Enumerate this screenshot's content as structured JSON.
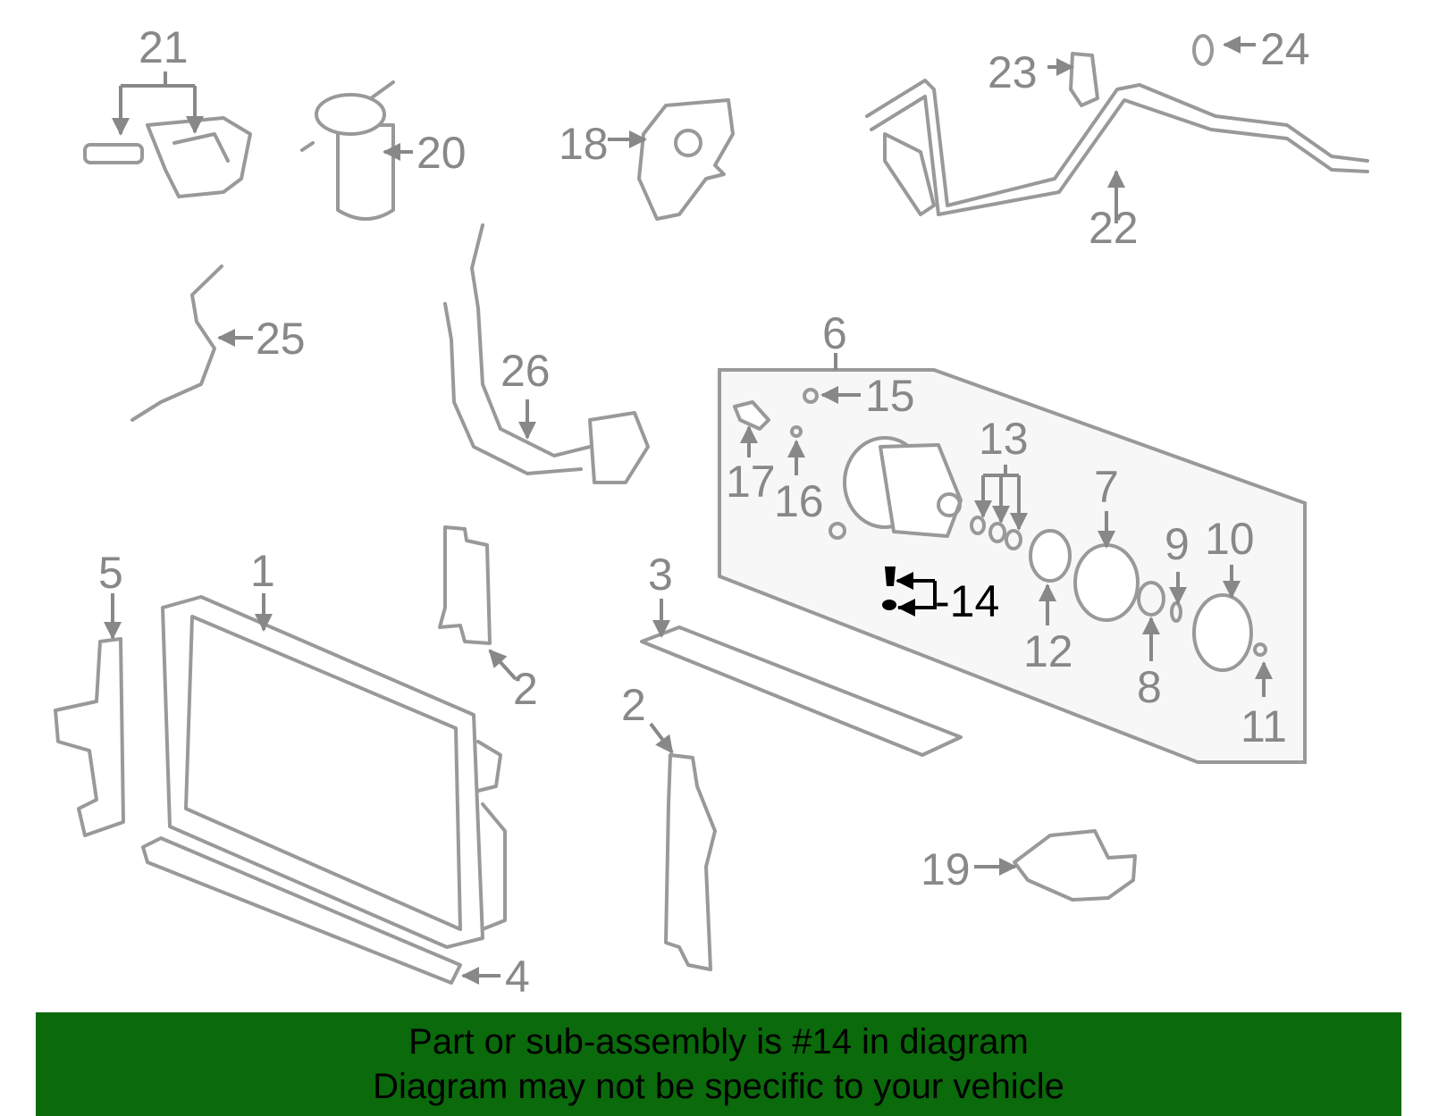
{
  "labels": {
    "l1": "1",
    "l2a": "2",
    "l2b": "2",
    "l3": "3",
    "l4": "4",
    "l5": "5",
    "l6": "6",
    "l7": "7",
    "l8": "8",
    "l9": "9",
    "l10": "10",
    "l11": "11",
    "l12": "12",
    "l13": "13",
    "l14": "-14",
    "l15": "15",
    "l16": "16",
    "l17": "17",
    "l18": "18",
    "l19": "19",
    "l20": "20",
    "l21": "21",
    "l22": "22",
    "l23": "23",
    "l24": "24",
    "l25": "25",
    "l26": "26"
  },
  "highlight_color": "#000000",
  "label_color": "#888888",
  "banner": {
    "line1": "Part or sub-assembly is #14 in diagram",
    "line2": "Diagram may not be specific to your vehicle",
    "background": "#0b6a0b"
  }
}
